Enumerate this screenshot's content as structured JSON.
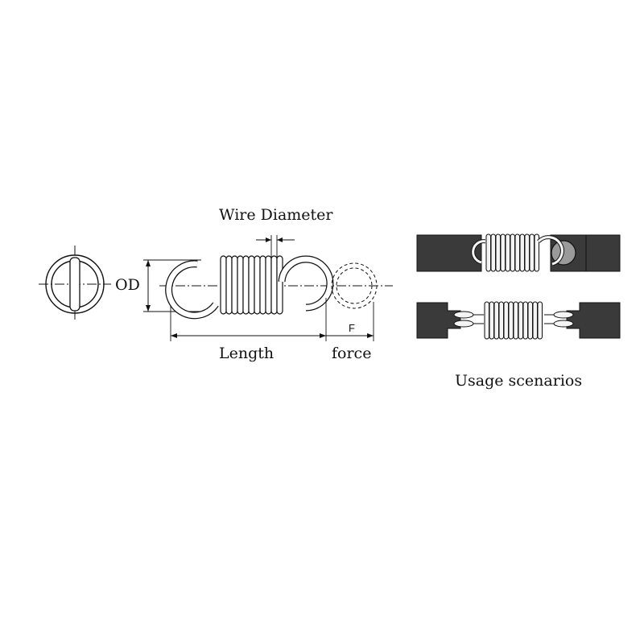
{
  "labels": {
    "wire_diameter": "Wire Diameter",
    "od": "OD",
    "length": "Length",
    "force": "force",
    "f": "F",
    "usage": "Usage scenarios"
  },
  "colors": {
    "ink": "#111111",
    "rod_dark": "#3a3a3a",
    "spring_fill": "#f4f4f4"
  }
}
